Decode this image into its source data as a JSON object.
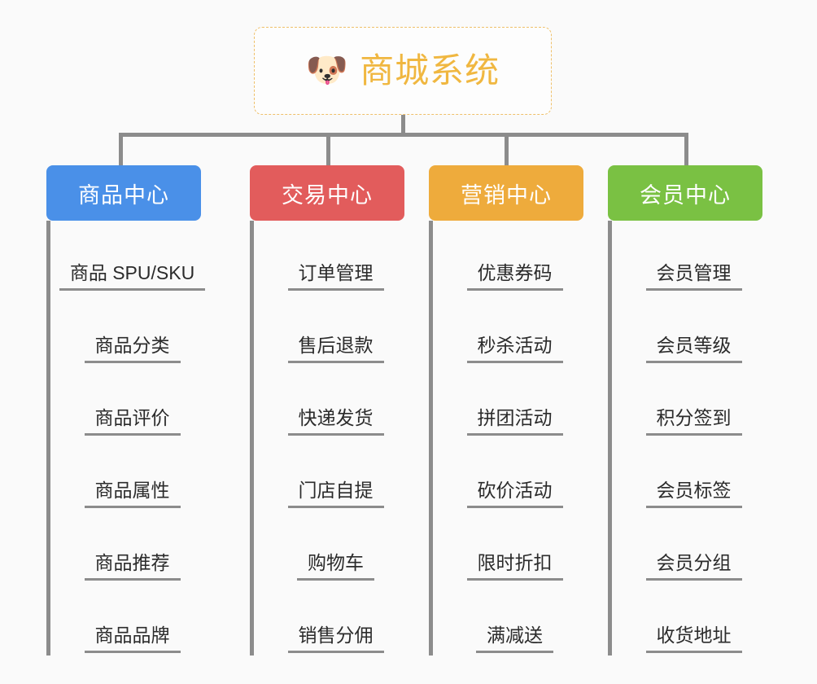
{
  "canvas": {
    "background": "#fafafa",
    "connector_color": "#8c8c8c"
  },
  "root": {
    "icon": "shiba-dog-face-emoji",
    "emoji": "🐶",
    "title": "商城系统",
    "text_color": "#f0b740",
    "border_color": "#efc06a",
    "background": "#fdfdfd"
  },
  "columns": [
    {
      "id": "product-center",
      "label": "商品中心",
      "color": "#4a90e8",
      "items": [
        {
          "label": "商品 SPU/SKU"
        },
        {
          "label": "商品分类"
        },
        {
          "label": "商品评价"
        },
        {
          "label": "商品属性"
        },
        {
          "label": "商品推荐"
        },
        {
          "label": "商品品牌"
        }
      ]
    },
    {
      "id": "trade-center",
      "label": "交易中心",
      "color": "#e25c5c",
      "items": [
        {
          "label": "订单管理"
        },
        {
          "label": "售后退款"
        },
        {
          "label": "快递发货"
        },
        {
          "label": "门店自提"
        },
        {
          "label": "购物车"
        },
        {
          "label": "销售分佣"
        }
      ]
    },
    {
      "id": "marketing-center",
      "label": "营销中心",
      "color": "#eeab3c",
      "items": [
        {
          "label": "优惠券码"
        },
        {
          "label": "秒杀活动"
        },
        {
          "label": "拼团活动"
        },
        {
          "label": "砍价活动"
        },
        {
          "label": "限时折扣"
        },
        {
          "label": "满减送"
        }
      ]
    },
    {
      "id": "member-center",
      "label": "会员中心",
      "color": "#7ac143",
      "items": [
        {
          "label": "会员管理"
        },
        {
          "label": "会员等级"
        },
        {
          "label": "积分签到"
        },
        {
          "label": "会员标签"
        },
        {
          "label": "会员分组"
        },
        {
          "label": "收货地址"
        }
      ]
    }
  ]
}
